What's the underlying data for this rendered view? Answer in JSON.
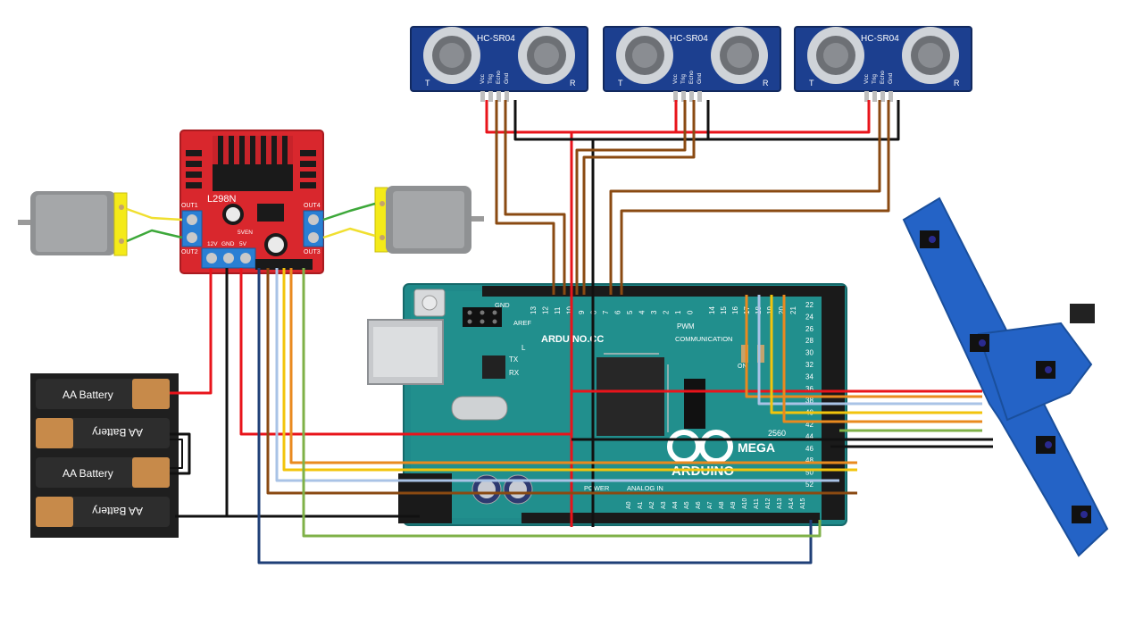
{
  "colors": {
    "wire_red": "#e8141b",
    "wire_black": "#111111",
    "wire_brown": "#8a4a12",
    "wire_orange": "#e98a1f",
    "wire_yellow": "#f2c40c",
    "wire_lightblue": "#a9c3e6",
    "wire_darkblue": "#1f3f77",
    "wire_green": "#7fb148",
    "wire_motor_yellow": "#f0df30",
    "wire_motor_green": "#3da83a",
    "arduino_board": "#1f8a8a",
    "sensor_board": "#1c3f8f",
    "driver_board": "#d9272d",
    "line_sensor_board": "#2463c6"
  },
  "sensors": [
    {
      "model": "HC-SR04",
      "tx_mark": "T",
      "rx_mark": "R",
      "pins": [
        "Vcc",
        "Trig",
        "Echo",
        "Gnd"
      ]
    },
    {
      "model": "HC-SR04",
      "tx_mark": "T",
      "rx_mark": "R",
      "pins": [
        "Vcc",
        "Trig",
        "Echo",
        "Gnd"
      ]
    },
    {
      "model": "HC-SR04",
      "tx_mark": "T",
      "rx_mark": "R",
      "pins": [
        "Vcc",
        "Trig",
        "Echo",
        "Gnd"
      ]
    }
  ],
  "driver": {
    "chip": "L298N",
    "out1": "OUT1",
    "out2": "OUT2",
    "out3": "OUT3",
    "out4": "OUT4",
    "v12": "12V",
    "gnd": "GND",
    "v5": "5V",
    "en5v": "5VEN"
  },
  "batteries": [
    "AA Battery",
    "AA Battery",
    "AA Battery",
    "AA Battery"
  ],
  "arduino": {
    "brand": "ARDUINO",
    "cc": "ARDUINO.CC",
    "mega": "MEGA",
    "model_num": "2560",
    "pwm": "PWM",
    "communication": "COMMUNICATION",
    "power": "POWER",
    "analog_in": "ANALOG IN",
    "aref": "AREF",
    "gnd": "GND",
    "tx": "TX",
    "rx": "RX",
    "l": "L",
    "on": "ON",
    "digital_top": [
      "13",
      "12",
      "11",
      "10",
      "9",
      "8",
      "7",
      "6",
      "5",
      "4",
      "3",
      "2",
      "1",
      "0"
    ],
    "comm_top": [
      "14",
      "15",
      "16",
      "17",
      "18",
      "19",
      "20",
      "21"
    ],
    "header_right": [
      "22",
      "24",
      "26",
      "28",
      "30",
      "32",
      "34",
      "36",
      "38",
      "40",
      "42",
      "44",
      "46",
      "48",
      "50",
      "52"
    ],
    "analog_bottom": [
      "A0",
      "A1",
      "A2",
      "A3",
      "A4",
      "A5",
      "A6",
      "A7",
      "A8",
      "A9",
      "A10",
      "A11",
      "A12",
      "A13",
      "A14",
      "A15"
    ]
  }
}
